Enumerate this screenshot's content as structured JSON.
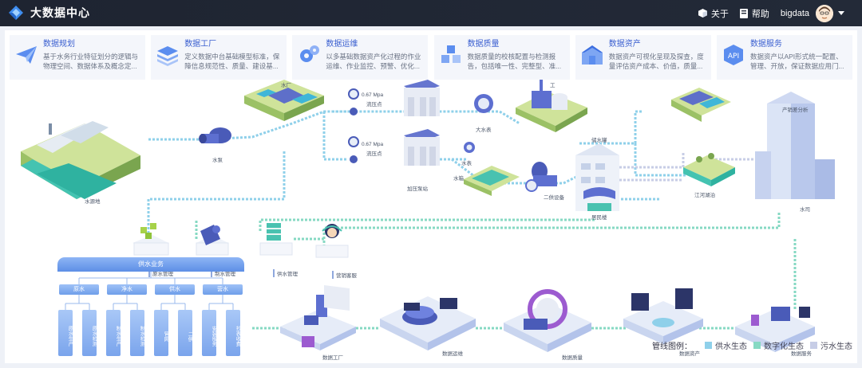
{
  "app": {
    "title": "大数据中心"
  },
  "nav": {
    "about": "关于",
    "help": "帮助",
    "user": "bigdata"
  },
  "cards": [
    {
      "title": "数据规划",
      "desc": "基于水务行业特征划分的逻辑与物理空间、数据体系及概念定...",
      "icon": "paper-plane-icon",
      "color": "#5b8def"
    },
    {
      "title": "数据工厂",
      "desc": "定义数据中台基础模型标准，保障信息规范性、质量、建设基...",
      "icon": "stack-layers-icon",
      "color": "#5b8def"
    },
    {
      "title": "数据运维",
      "desc": "以多基础数据资产化过程的作业运维、作业监控、预警、优化...",
      "icon": "gears-icon",
      "color": "#5b8def"
    },
    {
      "title": "数据质量",
      "desc": "数据质量的校核配置与检测报告，包括唯一性、完整型、准...",
      "icon": "cubes-icon",
      "color": "#5b8def"
    },
    {
      "title": "数据资产",
      "desc": "数据资产可视化呈现及探查，度量评估资产成本、价值，质量...",
      "icon": "house-icon",
      "color": "#5b8def"
    },
    {
      "title": "数据服务",
      "desc": "数据资产以API形式统一配置、管理、开放，保证数据应用门...",
      "icon": "api-icon",
      "color": "#5b8def"
    }
  ],
  "diagram": {
    "labels": {
      "water_source": "水源地",
      "water_pump": "水泵",
      "water_plant": "水厂",
      "pressure_1_value": "0.67 Mpa",
      "pressure_1_label": "流压点",
      "pressure_2_value": "0.67 Mpa",
      "pressure_2_label": "流压点",
      "pressure_station": "加压泵站",
      "big_meter": "大水表",
      "small_meter": "水表",
      "pool": "水箱",
      "secondary_supply": "二供设备",
      "storage_tank": "储水罐",
      "resident": "居民楼",
      "factory_small": "工",
      "industry_analysis": "产销差分析",
      "river_lake": "江河湖泊",
      "water_company": "水司",
      "source_mgmt": "原水管理",
      "production_mgmt": "制水管理",
      "supply_mgmt": "供水管理",
      "marketing": "营销客服",
      "data_factory": "数据工厂",
      "data_ops": "数据运维",
      "data_quality": "数据质量",
      "data_assets": "数据资产",
      "data_service": "数据服务"
    },
    "tree": {
      "root": "供水业务",
      "mids": [
        "原水",
        "净水",
        "供水",
        "营水"
      ],
      "leaves": [
        "原水生产",
        "原水检测",
        "制水生产",
        "制水检测",
        "管网",
        "二供",
        "安装服务",
        "抄表收费"
      ]
    }
  },
  "legend": {
    "title": "管线图例：",
    "items": [
      {
        "label": "供水生态",
        "color": "#8fd0ea"
      },
      {
        "label": "数字化生态",
        "color": "#86d9c3"
      },
      {
        "label": "污水生态",
        "color": "#c7cde6"
      }
    ]
  },
  "colors": {
    "accent": "#3a5fd0",
    "header": "#1e2431",
    "pipe_water": "#8fd0ea",
    "pipe_digital": "#86d9c3",
    "pipe_sewage": "#c7cde6"
  }
}
